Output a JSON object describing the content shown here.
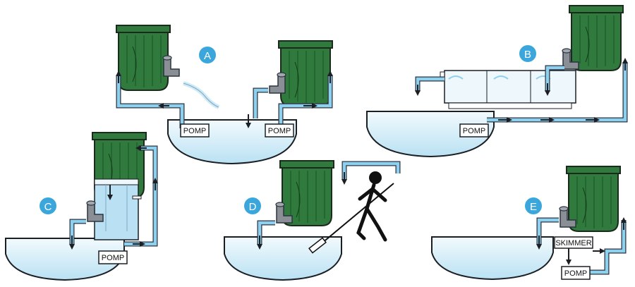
{
  "colors": {
    "water_light": "#e6f4fb",
    "water_mid": "#b9e1f3",
    "pipe_blue": "#8fd0ef",
    "pipe_outline": "#2a3440",
    "filter_green": "#2f7a3c",
    "filter_dark": "#1e5a2a",
    "badge_blue": "#3ba6dc",
    "connector_gray": "#8a8f96"
  },
  "sections": [
    {
      "id": "A",
      "badge": "A",
      "pumps": [
        "POMP",
        "POMP"
      ]
    },
    {
      "id": "B",
      "badge": "B",
      "pumps": [
        "POMP"
      ]
    },
    {
      "id": "C",
      "badge": "C",
      "pumps": [
        "POMP"
      ]
    },
    {
      "id": "D",
      "badge": "D",
      "pumps": []
    },
    {
      "id": "E",
      "badge": "E",
      "pumps": [
        "POMP"
      ],
      "skimmer": "SKIMMER"
    }
  ]
}
